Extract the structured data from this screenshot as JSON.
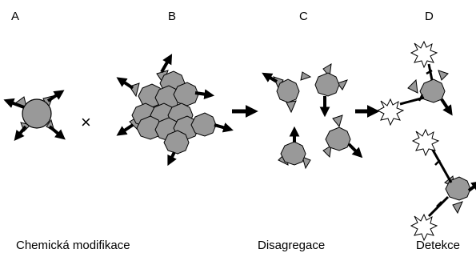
{
  "panels": {
    "a": {
      "letter": "A"
    },
    "b": {
      "letter": "B"
    },
    "c": {
      "letter": "C"
    },
    "d": {
      "letter": "D"
    }
  },
  "operator": {
    "symbol": "×"
  },
  "captions": {
    "modification": "Chemická modifikace",
    "disaggregation": "Disagregace",
    "detection": "Detekce"
  },
  "colors": {
    "particle_fill": "#999999",
    "outline": "#000000",
    "arrow": "#000000",
    "signal_fill": "#ffffff"
  }
}
